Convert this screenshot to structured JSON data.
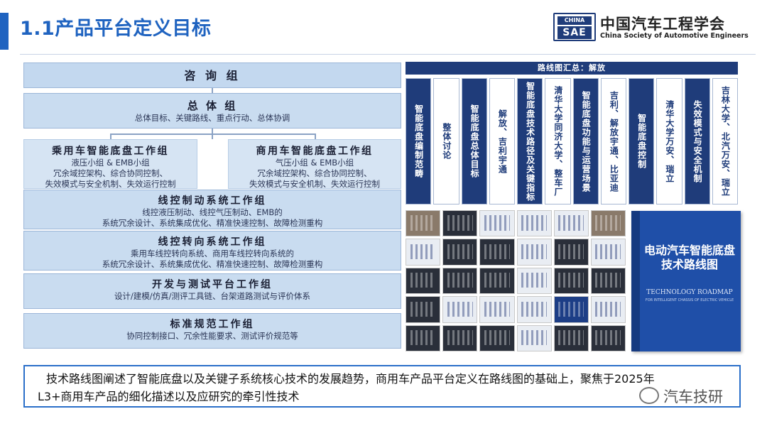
{
  "header": {
    "title": "1.1产品平台定义目标",
    "logo": {
      "badge_top": "CHINA",
      "badge_bottom": "SAE",
      "name_cn": "中国汽车工程学会",
      "name_en": "China Society of Automotive Engineers"
    }
  },
  "org_chart": {
    "consult": "咨 询 组",
    "general": {
      "title": "总 体 组",
      "desc": "总体目标、关键路线、重点行动、总体协调"
    },
    "passenger": {
      "title": "乘用车智能底盘工作组",
      "lines": [
        "液压小组 & EMB小组",
        "冗余域控架构、综合协同控制、",
        "失效模式与安全机制、失效运行控制"
      ]
    },
    "commercial": {
      "title": "商用车智能底盘工作组",
      "lines": [
        "气压小组 & EMB小组",
        "冗余域控架构、综合协同控制、",
        "失效模式与安全机制、失效运行控制"
      ]
    },
    "brake": {
      "title": "线控制动系统工作组",
      "lines": [
        "线控液压制动、线控气压制动、EMB的",
        "系统冗余设计、系统集成优化、精准快速控制、故障检测重构"
      ]
    },
    "steer": {
      "title": "线控转向系统工作组",
      "lines": [
        "乘用车线控转向系统、商用车线控转向系统的",
        "系统冗余设计、系统集成优化、精准快速控制、故障检测重构"
      ]
    },
    "devtest": {
      "title": "开发与测试平台工作组",
      "lines": [
        "设计/建模/仿真/测评工具链、台架道路测试与评价体系"
      ]
    },
    "std": {
      "title": "标准规范工作组",
      "lines": [
        "协同控制接口、冗余性能要求、测试评价规范等"
      ]
    }
  },
  "roadmap": {
    "header": "路线图汇总：解放",
    "columns": [
      {
        "text": "智能底盘编制范畴",
        "style": "dark"
      },
      {
        "text": "整体讨论",
        "style": "light"
      },
      {
        "text": "智能底盘总体目标",
        "style": "dark"
      },
      {
        "text": "解放、吉利宇通",
        "style": "light"
      },
      {
        "text": "智能底盘技术路径及关键指标",
        "style": "dark"
      },
      {
        "text": "清华大学同济大学、整车厂",
        "style": "light"
      },
      {
        "text": "智能底盘功能与运营场景",
        "style": "dark"
      },
      {
        "text": "吉利、解放宇通、比亚迪",
        "style": "light"
      },
      {
        "text": "智能底盘控制",
        "style": "dark"
      },
      {
        "text": "清华大学万安、瑞立",
        "style": "light"
      },
      {
        "text": "失效模式与安全机制",
        "style": "dark"
      },
      {
        "text": "吉林大学、北汽万安、瑞立",
        "style": "light"
      }
    ]
  },
  "book": {
    "title": "电动汽车智能底盘技术路线图",
    "en_title": "TECHNOLOGY ROADMAP",
    "en_sub": "FOR INTELLIGENT CHASSIS OF ELECTRIC VEHICLE"
  },
  "caption": {
    "line1": "技术路线图阐述了智能底盘以及关键子系统核心技术的发展趋势，商用车产品平台定义在路线图的基础上，聚焦于2025年",
    "line2": "L3+商用车产品的细化描述以及应研究的牵引性技术"
  },
  "watermark": "汽车技研",
  "colors": {
    "accent": "#1f63c0",
    "navy": "#1f3c7a",
    "box_fill": "#c9dcf0",
    "caption_border": "#2a6fc9"
  }
}
